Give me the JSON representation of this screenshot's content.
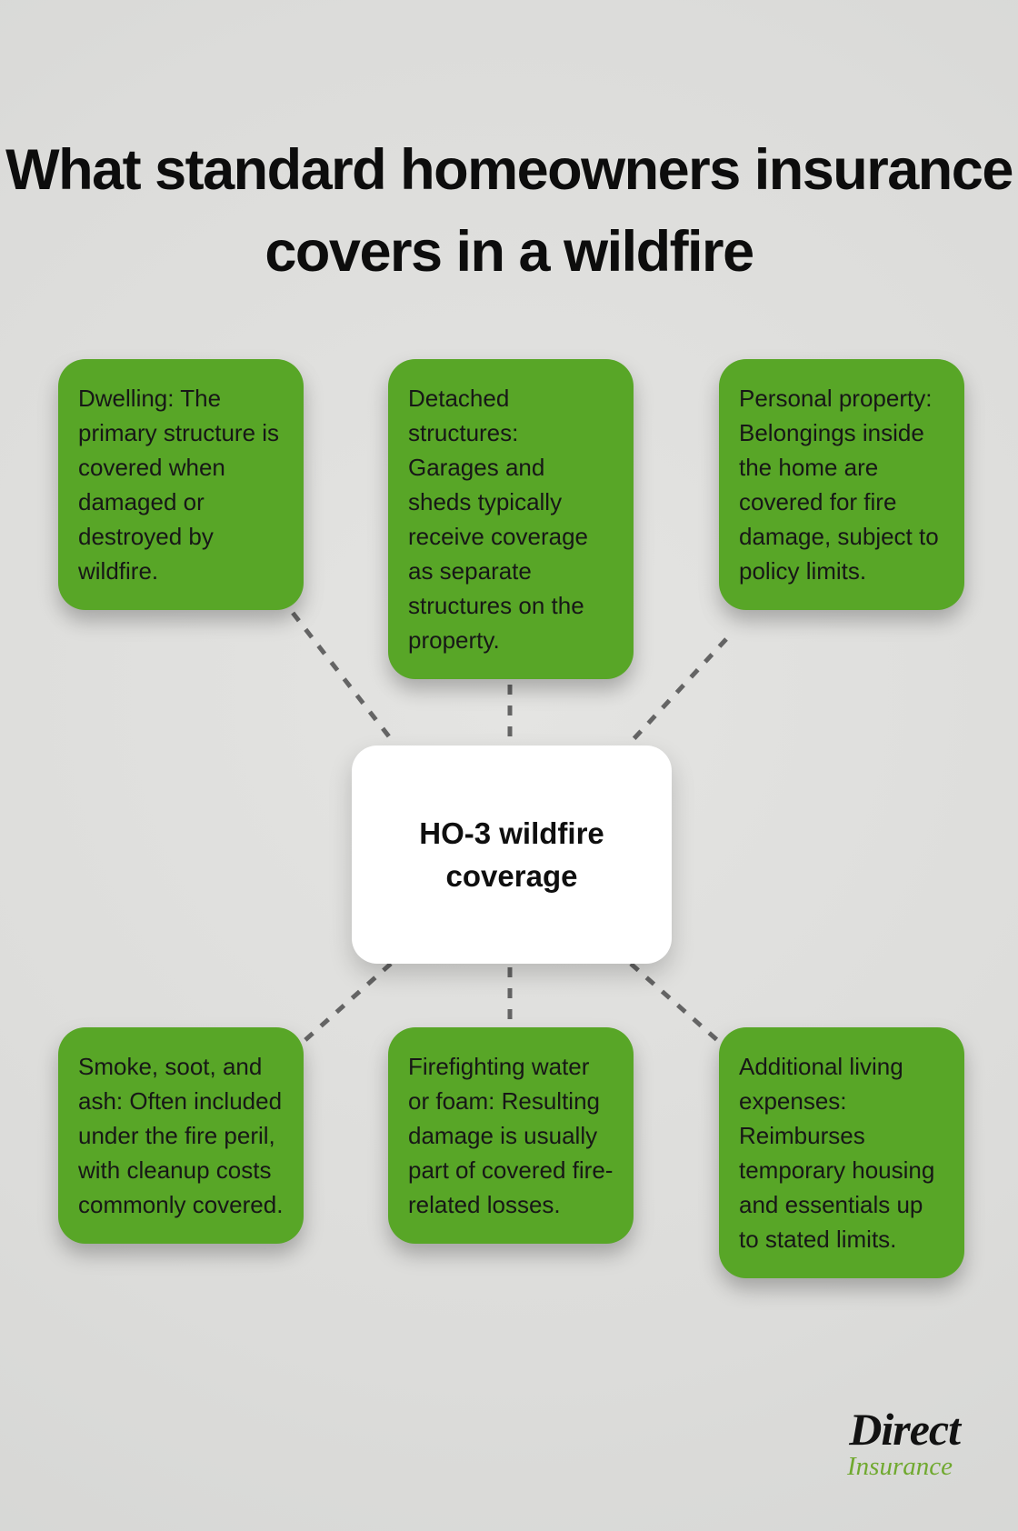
{
  "page": {
    "background_color": "#dcdcda",
    "node_green": "#58a627",
    "connector_color": "#646464",
    "text_color": "#171717"
  },
  "title": {
    "text": "What standard homeowners insurance covers in a wildfire"
  },
  "center_node": {
    "label": "HO-3 wildfire coverage"
  },
  "nodes": [
    {
      "id": "dwelling",
      "text": "Dwelling: The primary structure is covered when damaged or destroyed by wildfire."
    },
    {
      "id": "detached-structures",
      "text": "Detached structures: Garages and sheds typically receive coverage as separate structures on the property."
    },
    {
      "id": "personal-property",
      "text": "Personal property: Belongings inside the home are covered for fire damage, subject to policy limits."
    },
    {
      "id": "smoke-soot-ash",
      "text": "Smoke, soot, and ash: Often included under the fire peril, with cleanup costs commonly covered."
    },
    {
      "id": "firefighting-water",
      "text": "Firefighting water or foam: Resulting damage is usually part of covered fire-related losses."
    },
    {
      "id": "additional-living-expenses",
      "text": "Additional living expenses: Reimburses temporary housing and essentials up to stated limits."
    }
  ],
  "logo": {
    "primary": "Direct",
    "secondary": "Insurance",
    "secondary_color": "#70a92f"
  }
}
